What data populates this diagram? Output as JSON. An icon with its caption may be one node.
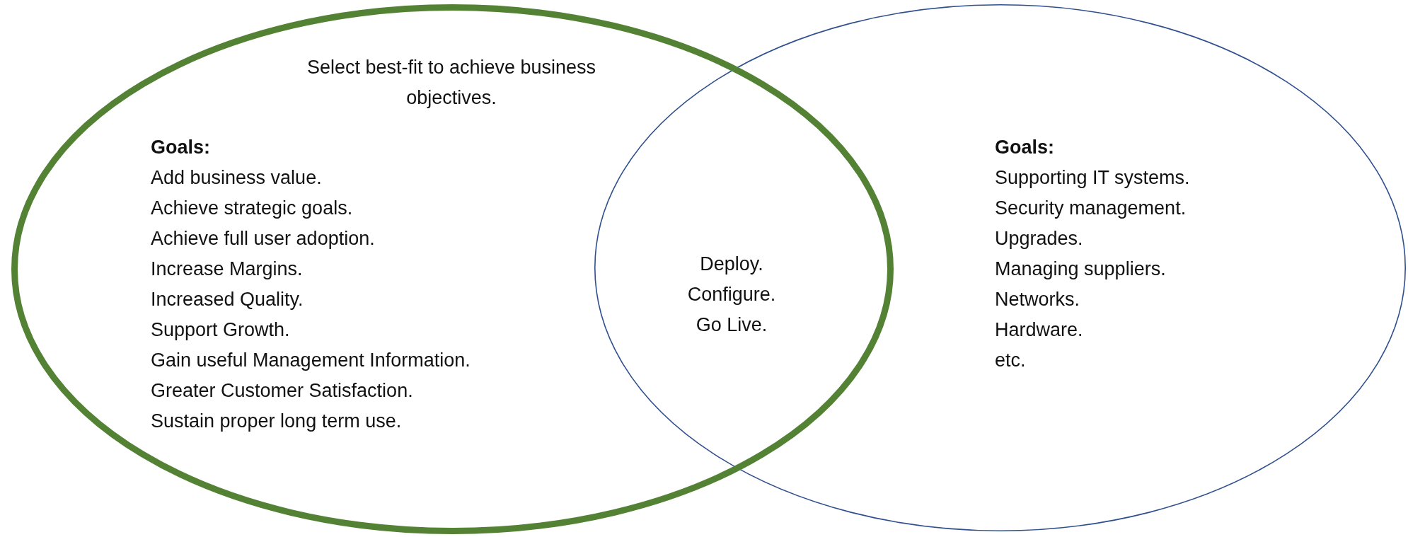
{
  "diagram": {
    "nodes": [
      {
        "text": [
          "Select best-fit to achieve business objectives.",
          "Goals:",
          "Add business value.",
          "Achieve strategic goals.",
          "Achieve full user adoption.",
          "Increase Margins.",
          "Increased Quality.",
          "Support Growth.",
          "Gain useful Management Information.",
          "Greater Customer Satisfaction.",
          "Sustain proper long term use."
        ]
      },
      {
        "text": [
          "Goals:",
          "Supporting IT systems.",
          "Security management.",
          "Upgrades.",
          "Managing suppliers.",
          "Networks.",
          "Hardware.",
          "etc."
        ]
      }
    ],
    "labels": [
      "Deploy.",
      "Configure.",
      "Go Live."
    ]
  }
}
